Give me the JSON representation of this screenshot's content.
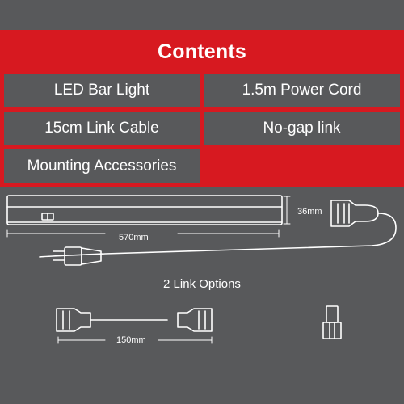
{
  "header": {
    "title": "Contents"
  },
  "contents": {
    "items": [
      "LED Bar Light",
      "1.5m Power Cord",
      "15cm Link Cable",
      "No-gap link",
      "Mounting Accessories"
    ]
  },
  "diagram": {
    "bar_height": "36mm",
    "bar_length": "570mm",
    "link_options_title": "2 Link Options",
    "link_cable_length": "150mm"
  },
  "colors": {
    "brand_red": "#d71920",
    "panel_grey": "#58595b",
    "line": "#ffffff"
  }
}
